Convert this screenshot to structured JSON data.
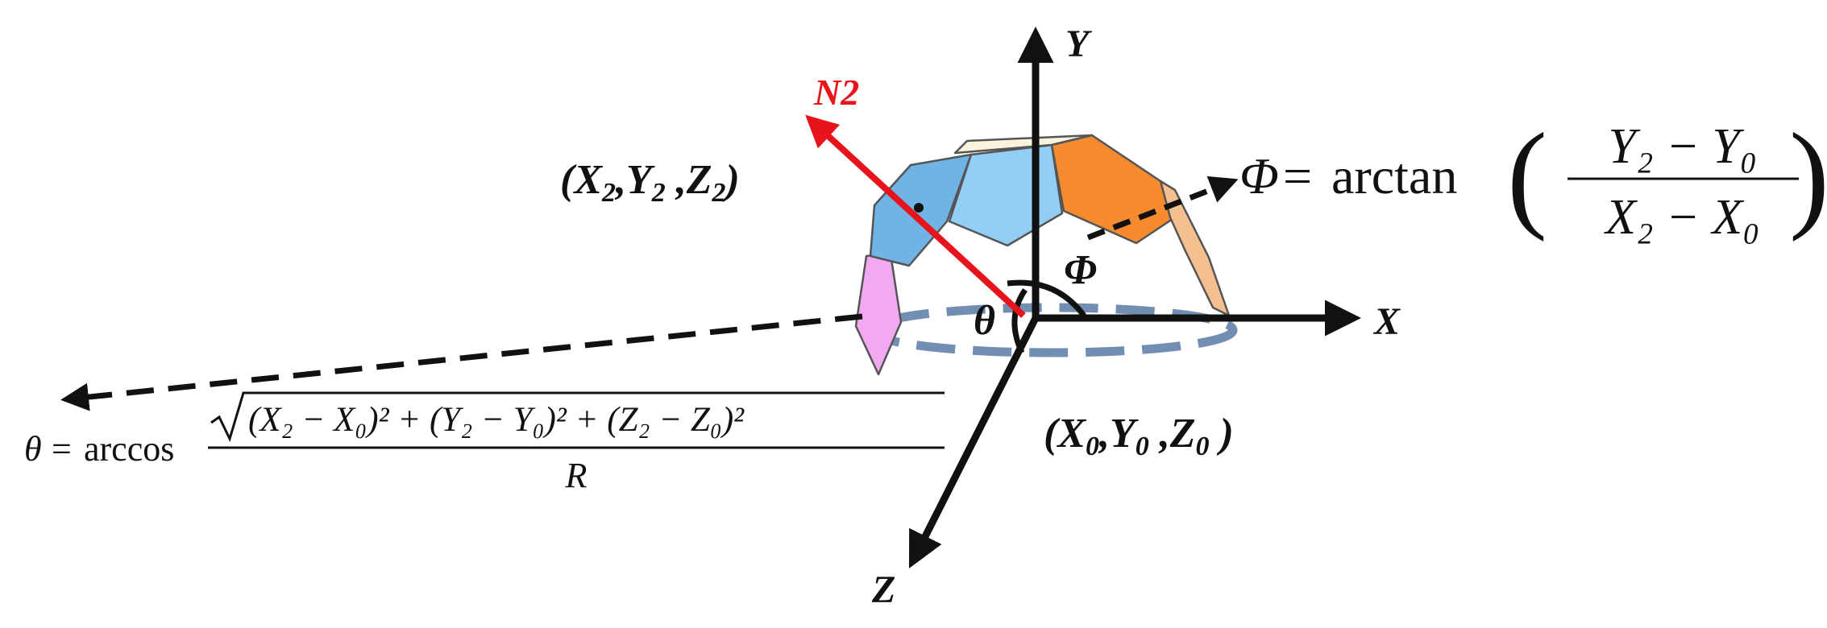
{
  "axes": {
    "x_label": "X",
    "y_label": "Y",
    "z_label": "Z"
  },
  "points": {
    "origin": {
      "name": "X",
      "sub_x": "0",
      "name_y": "Y",
      "sub_y": "0",
      "name_z": "Z",
      "sub_z": "0"
    },
    "p2": {
      "name": "X",
      "sub_x": "2",
      "name_y": "Y",
      "sub_y": "2",
      "name_z": "Z",
      "sub_z": "2"
    }
  },
  "vector": {
    "label": "N2",
    "color": "#e8141c"
  },
  "angles": {
    "theta_symbol": "θ",
    "phi_symbol": "Φ"
  },
  "equations": {
    "phi": {
      "lhs": "Φ",
      "equals": "=",
      "func": "arctan",
      "numerator": "Y₂ − Y₀",
      "denominator": "X₂ − X₀"
    },
    "theta": {
      "lhs": "θ",
      "equals": "=",
      "func": "arccos",
      "numerator": "(X₂ − X₀)² + (Y₂ − Y₀)² + (Z₂ − Z₀)²",
      "denominator": "R"
    }
  },
  "colors": {
    "axis": "#111111",
    "vector": "#e8141c",
    "ellipse": "#5b7aa6",
    "segment_light_blue": "#93cdf3",
    "segment_blue": "#6fb4e4",
    "segment_orange": "#f58a2e",
    "segment_peach": "#f5c090",
    "segment_cream": "#fbf4dd",
    "segment_pink": "#f3a9f2"
  }
}
